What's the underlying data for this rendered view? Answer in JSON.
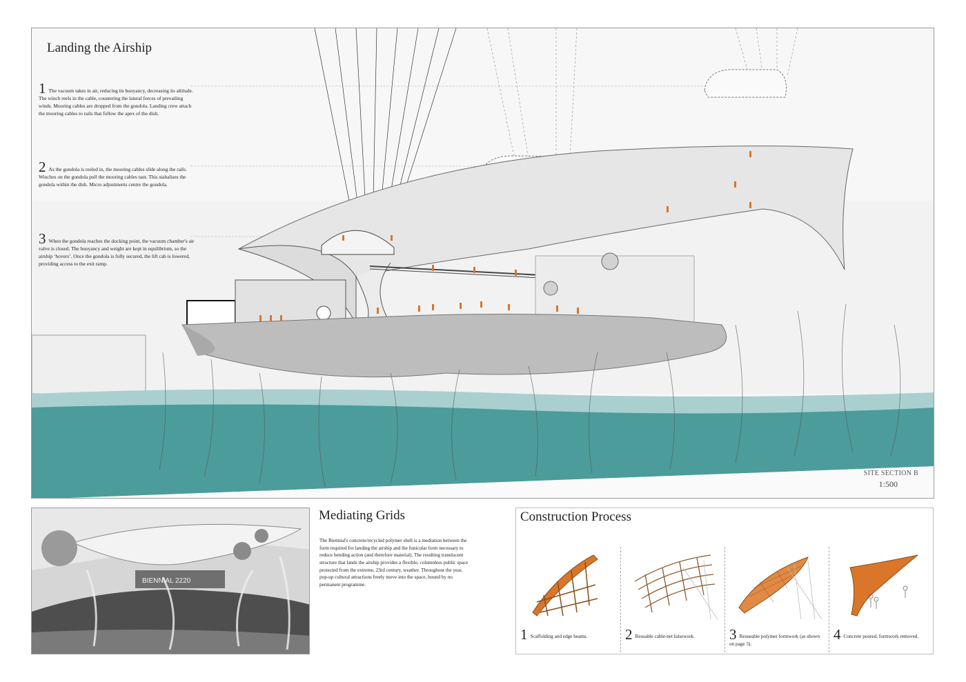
{
  "board": {
    "title": "Landing the Airship",
    "steps": [
      {
        "number": "1",
        "text": "The vacuum takes in air, reducing its buoyancy, decreasing its altitude. The winch reels in the cable, countering the lateral forces of prevailing winds. Mooring cables are dropped from the gondola. Landing crew attach the mooring cables to rails that follow the apex of the dish."
      },
      {
        "number": "2",
        "text": "As the gondola is reeled in, the mooring cables slide along the rails. Winches on the gondola pull the mooring cables taut. This stabalises the gondola within the dish. Micro adjustments centre the gondola."
      },
      {
        "number": "3",
        "text": "When the gondola reaches the docking point, the vacuum chamber's air valve is closed. The buoyancy and weight are kept in equilibrium, so the airship ‘hovers’. Once the gondola is fully secured, the lift cab is lowered, providing access to the exit ramp."
      }
    ],
    "section_label": "SITE SECTION B",
    "section_scale": "1:500"
  },
  "mediating_grids": {
    "title": "Mediating Grids",
    "body": "The Biennial's concrete/recycled polymer shell is a mediation between the form required for landing the airship and the funicular form necessary to reduce bending action (and therefore material). The resulting translucent structure that lands the airship provides a flexible, columnless public space protected from the extreme, 23rd century, weather. Throughout the year, pop-up cultural attractions freely move into the space, bound by no permanent programme.",
    "render_sign": "BIENNIAL 2220"
  },
  "construction_process": {
    "title": "Construction Process",
    "steps": [
      {
        "number": "1",
        "caption": "Scaffolding and edge beams."
      },
      {
        "number": "2",
        "caption": "Reusable cable-net falsework."
      },
      {
        "number": "3",
        "caption": "Reuseable polymer formwork (as shown on page 3)."
      },
      {
        "number": "4",
        "caption": "Concrete poured, formwork removed."
      }
    ]
  },
  "colors": {
    "water": "#4b9c9a",
    "water_light": "#a9d0cf",
    "people": "#d9762a",
    "shell": "#e9e9e9",
    "ink": "#222222"
  }
}
